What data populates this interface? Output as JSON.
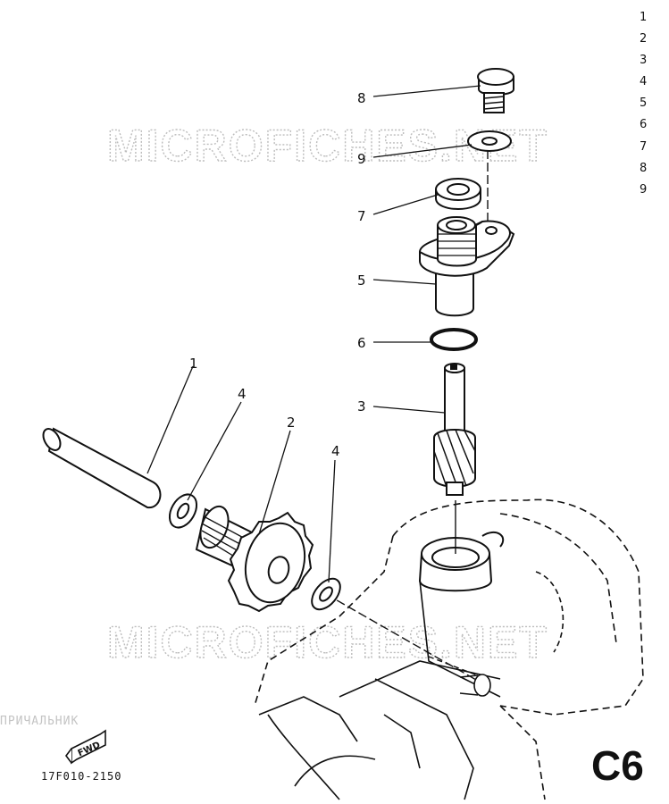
{
  "watermarks": [
    "MICROFICHES.NET",
    "MICROFICHES.NET"
  ],
  "callouts": [
    "1",
    "4",
    "2",
    "4",
    "3",
    "6",
    "5",
    "7",
    "9",
    "8"
  ],
  "legend_numbers": [
    "1",
    "2",
    "3",
    "4",
    "5",
    "6",
    "7",
    "8",
    "9"
  ],
  "fwd_label": "FWD",
  "figure_code": "17F010-2150",
  "section_code": "C6",
  "faint_text": "ПРИЧАЛЬНИК",
  "colors": {
    "ink": "#111111",
    "watermark": "#bdbdbd",
    "background": "#ffffff"
  }
}
